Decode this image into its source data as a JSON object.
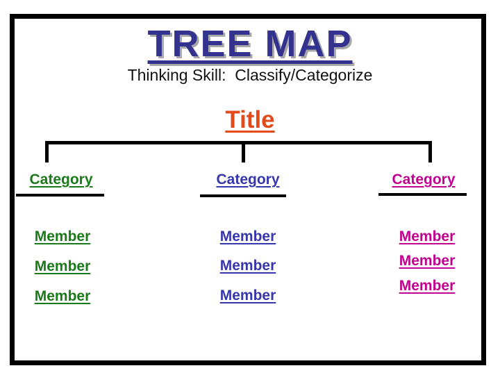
{
  "slide": {
    "heading": "TREE MAP",
    "subtitle": "Thinking Skill:  Classify/Categorize",
    "map_title": "Title"
  },
  "columns": [
    {
      "position": "left",
      "category": "Category",
      "color": "#1a7a1a",
      "members": [
        "Member",
        "Member",
        "Member"
      ]
    },
    {
      "position": "center",
      "category": "Category",
      "color": "#3636ad",
      "members": [
        "Member",
        "Member",
        "Member"
      ]
    },
    {
      "position": "right",
      "category": "Category",
      "color": "#c2008f",
      "members": [
        "Member",
        "Member",
        "Member"
      ]
    }
  ],
  "colors": {
    "heading_text": "#33338f",
    "heading_shadow": "#a8a8a8",
    "subtitle_text": "#111111",
    "map_title_text": "#e2491b",
    "line_color": "#000000",
    "background": "#ffffff"
  }
}
